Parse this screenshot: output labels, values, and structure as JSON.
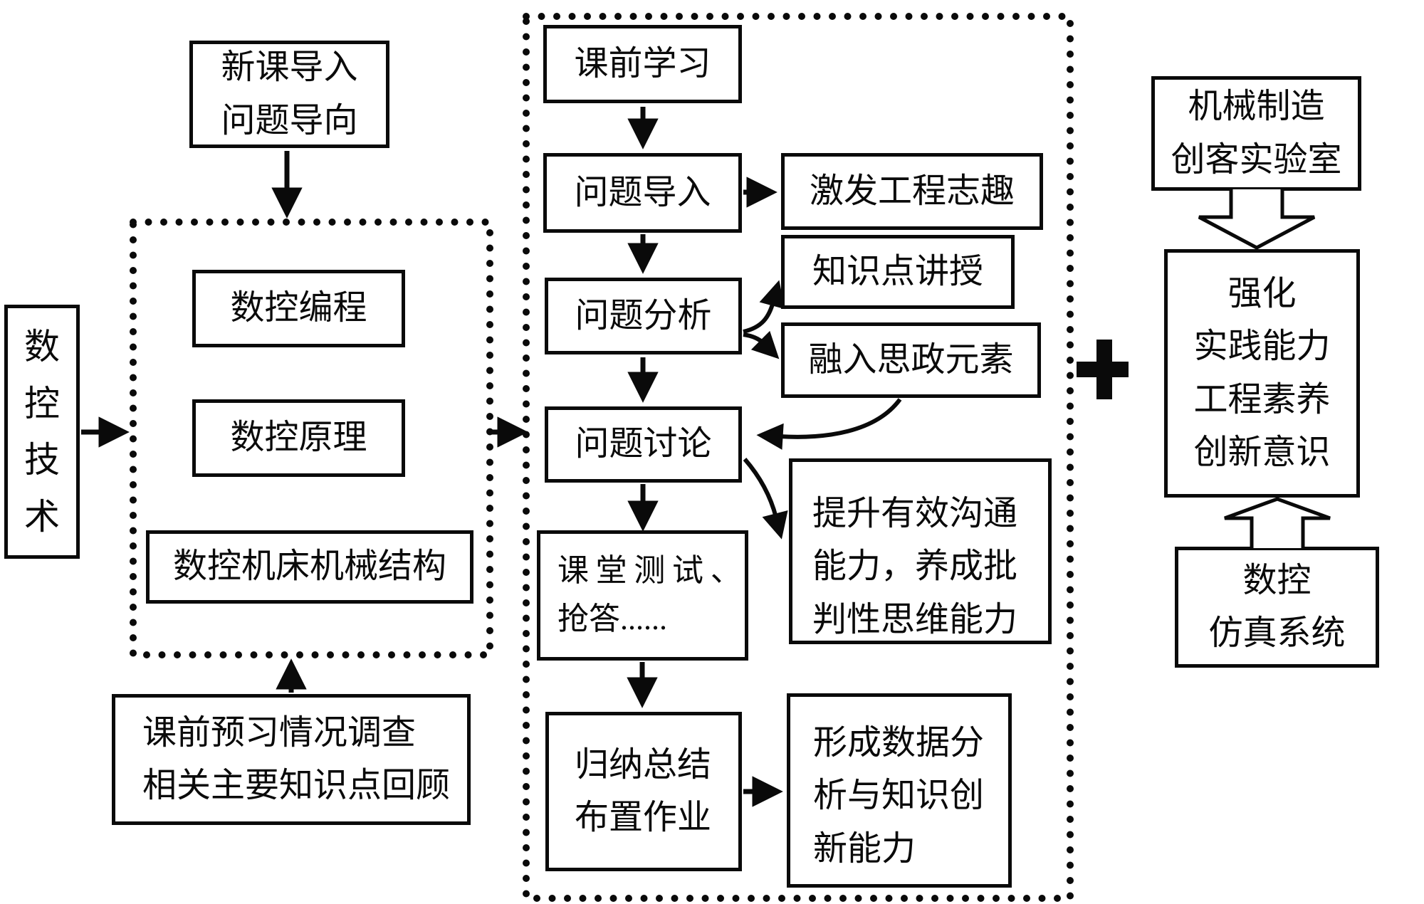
{
  "colors": {
    "background": "#ffffff",
    "ink": "#0a0a0a"
  },
  "diagram": {
    "nodes": {
      "course": {
        "label": "数控技术",
        "chars": [
          "数",
          "控",
          "技",
          "术"
        ]
      },
      "intro": {
        "lines": [
          "新课导入",
          "问题导向"
        ]
      },
      "module_prog": {
        "label": "数控编程"
      },
      "module_princ": {
        "label": "数控原理"
      },
      "module_struct": {
        "label": "数控机床机械结构"
      },
      "preview": {
        "lines": [
          "课前预习情况调查",
          "相关主要知识点回顾"
        ]
      },
      "pre_study": {
        "label": "课前学习"
      },
      "q_intro": {
        "label": "问题导入"
      },
      "spark": {
        "label": "激发工程志趣"
      },
      "lecture": {
        "label": "知识点讲授"
      },
      "ideology": {
        "label": "融入思政元素"
      },
      "q_analysis": {
        "label": "问题分析"
      },
      "q_discussion": {
        "label": "问题讨论"
      },
      "communication": {
        "lines": [
          "提升有效沟通",
          "能力，养成批",
          "判性思维能力"
        ]
      },
      "quiz": {
        "lines": [
          "课堂测试、",
          "抢答......"
        ]
      },
      "summary": {
        "lines": [
          "归纳总结",
          "布置作业"
        ]
      },
      "data_ability": {
        "lines": [
          "形成数据分",
          "析与知识创",
          "新能力"
        ]
      },
      "maker_lab": {
        "lines": [
          "机械制造",
          "创客实验室"
        ]
      },
      "strengthen": {
        "lines": [
          "强化",
          "实践能力",
          "工程素养",
          "创新意识"
        ]
      },
      "simulation": {
        "lines": [
          "数控",
          "仿真系统"
        ]
      },
      "plus_symbol": "+"
    },
    "edges": [
      {
        "from": "course",
        "to": "modules_group"
      },
      {
        "from": "intro",
        "to": "modules_group"
      },
      {
        "from": "preview",
        "to": "modules_group"
      },
      {
        "from": "modules_group",
        "to": "inclass_group"
      },
      {
        "from": "pre_study",
        "to": "q_intro"
      },
      {
        "from": "q_intro",
        "to": "spark"
      },
      {
        "from": "q_intro",
        "to": "q_analysis"
      },
      {
        "from": "q_analysis",
        "to": "lecture"
      },
      {
        "from": "q_analysis",
        "to": "ideology"
      },
      {
        "from": "q_analysis",
        "to": "q_discussion"
      },
      {
        "from": "ideology",
        "to": "q_discussion"
      },
      {
        "from": "q_discussion",
        "to": "quiz"
      },
      {
        "from": "q_discussion",
        "to": "communication"
      },
      {
        "from": "quiz",
        "to": "summary"
      },
      {
        "from": "summary",
        "to": "data_ability"
      },
      {
        "from": "maker_lab",
        "to": "strengthen"
      },
      {
        "from": "simulation",
        "to": "strengthen"
      }
    ]
  }
}
